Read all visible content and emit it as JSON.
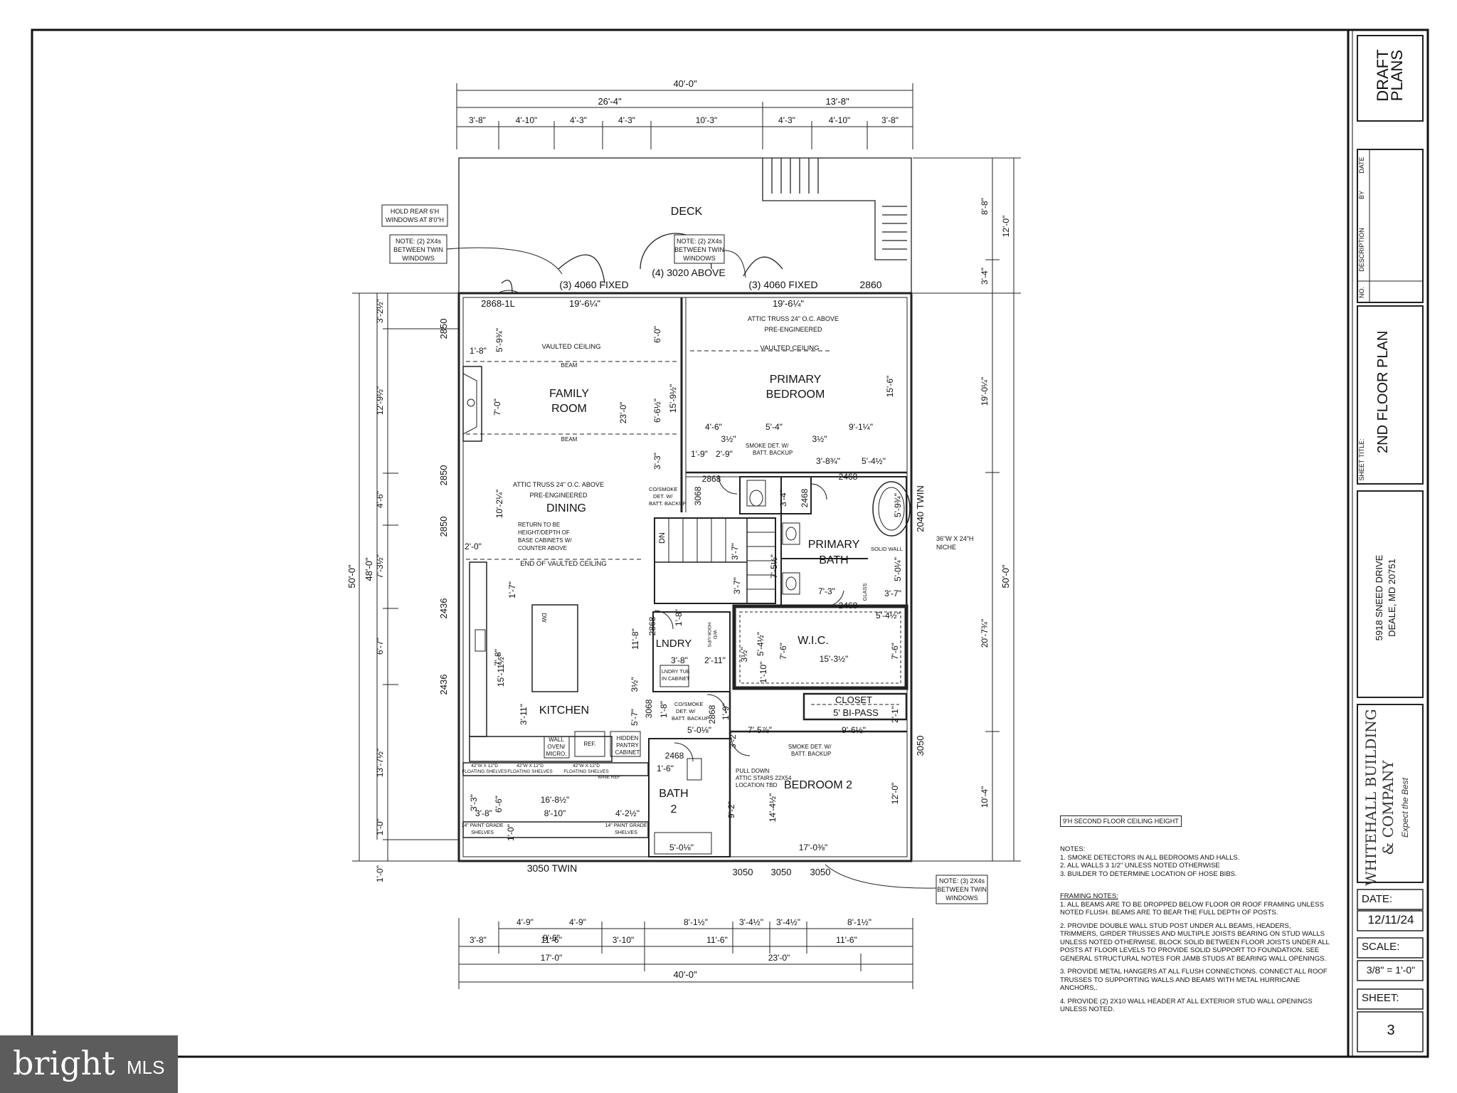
{
  "plan": {
    "dims_top": {
      "overall": "40'-0\"",
      "left_group": "26'-4\"",
      "right_group": "13'-8\"",
      "segments": [
        "3'-8\"",
        "4'-10\"",
        "4'-3\"",
        "4'-3\"",
        "10'-3\"",
        "4'-3\"",
        "4'-10\"",
        "3'-8\""
      ]
    },
    "dims_bottom": {
      "row1": [
        "4'-9\"",
        "9'-6\"",
        "4'-9\"",
        "8'-1½\"",
        "3'-4½\"",
        "3'-4½\"",
        "8'-1½\""
      ],
      "row2": [
        "3'-8\"",
        "11'-6\"",
        "3'-10\"",
        "11'-6\"",
        "11'-6\""
      ],
      "row3": [
        "17'-0\"",
        "23'-0\""
      ],
      "overall": "40'-0\""
    },
    "dims_left": {
      "overall": "50'-0\"",
      "sub": "48'-0\"",
      "segments": [
        "3'-2½\"",
        "12'-9½\"",
        "4'-6\"",
        "7'-3½\"",
        "6'-7\"",
        "13'-7½\"",
        "1'-0\"",
        "1'-0\""
      ],
      "windows": [
        "2850",
        "2850",
        "2850",
        "2436",
        "2436"
      ]
    },
    "dims_right": {
      "overall": "50'-0\"",
      "segments": [
        "8'-8\"",
        "12'-0\"",
        "3'-4\"",
        "19'-0¼\"",
        "20'-7¾\"",
        "10'-4\""
      ],
      "windows": [
        "2040 TWIN",
        "3050"
      ]
    },
    "rooms": {
      "deck": "DECK",
      "family": [
        "FAMILY",
        "ROOM"
      ],
      "primary_bedroom": [
        "PRIMARY",
        "BEDROOM"
      ],
      "dining": "DINING",
      "primary_bath": [
        "PRIMARY",
        "BATH"
      ],
      "kitchen": "KITCHEN",
      "laundry": "LNDRY",
      "wic": "W.I.C.",
      "closet": "CLOSET",
      "bedroom2": "BEDROOM 2",
      "bath2": [
        "BATH",
        "2"
      ]
    },
    "notes_on_plan": {
      "hold_rear": [
        "HOLD REAR 6'H",
        "WINDOWS AT 8'0\"H"
      ],
      "twin_left": [
        "NOTE: (2) 2X4s",
        "BETWEEN TWIN",
        "WINDOWS"
      ],
      "twin_mid": [
        "NOTE: (2) 2X4s",
        "BETWEEN TWIN",
        "WINDOWS"
      ],
      "twin_bottom": [
        "NOTE: (3) 2X4s",
        "BETWEEN TWIN",
        "WINDOWS"
      ],
      "fixed_left": "(3) 4060 FIXED",
      "above": "(4) 3020 ABOVE",
      "fixed_right": "(3) 4060 FIXED",
      "door_2860": "2860",
      "door_2868_1l": "2868-1L",
      "width_left": "19'-6¼\"",
      "width_right": "19'-6¼\"",
      "attic_truss_top": [
        "ATTIC TRUSS 24\" O.C. ABOVE",
        "PRE-ENGINEERED"
      ],
      "vaulted_left": "VAULTED CEILING",
      "vaulted_right": "VAULTED CEILING",
      "beam_top": "BEAM",
      "beam_bottom": "BEAM",
      "attic_truss_dining": [
        "ATTIC TRUSS 24\" O.C. ABOVE",
        "PRE-ENGINEERED"
      ],
      "return": [
        "RETURN TO BE",
        "HEIGHT/DEPTH OF",
        "BASE CABINETS W/",
        "COUNTER ABOVE"
      ],
      "end_vaulted": "END OF VAULTED CEILING",
      "smoke1": [
        "SMOKE DET. W/",
        "BATT. BACKUP"
      ],
      "co_smoke1": [
        "CO/SMOKE",
        "DET. W/",
        "BATT. BACKUP"
      ],
      "co_smoke2": [
        "CO/SMOKE",
        "DET. W/",
        "BATT. BACKUP"
      ],
      "smoke2": [
        "SMOKE DET. W/",
        "BATT. BACKUP"
      ],
      "niche": [
        "36\"W X 24\"H",
        "NICHE"
      ],
      "solid_wall": "SOLID WALL",
      "glass": "GLASS",
      "bipass": "5' BI-PASS",
      "dn": "DN",
      "pull_down": [
        "PULL DOWN",
        "ATTIC STAIRS 22X54",
        "LOCATION TBD"
      ],
      "lndry_tub": [
        "LNDRY TUB",
        "IN CABINET"
      ],
      "wd": [
        "W/D",
        "HOOK-UPS"
      ],
      "wall_oven": [
        "WALL",
        "OVEN/",
        "MICRO."
      ],
      "ref": "REF.",
      "pantry": [
        "HIDDEN",
        "PANTRY",
        "CABINET"
      ],
      "shelf1": [
        "42\"W X 12\"D",
        "FLOATING SHELVES"
      ],
      "shelf2": [
        "42\"W X 12\"D",
        "FLOATING SHELVES"
      ],
      "shelf3": [
        "42\"W X 12\"D",
        "FLOATING SHELVES",
        "WINE REF"
      ],
      "paint_left": [
        "14\" PAINT GRADE",
        "SHELVES"
      ],
      "paint_right": [
        "14\" PAINT GRADE",
        "SHELVES"
      ],
      "dw": "DW",
      "twin_3050": "3050 TWIN",
      "windows_bottom": [
        "3050",
        "3050",
        "3050"
      ]
    },
    "inner_dims": [
      "5'-9¾\"",
      "1'-8\"",
      "7'-0\"",
      "6'-0\"",
      "6'-6½\"",
      "15'-9½\"",
      "23'-0\"",
      "15'-6\"",
      "4'-6\"",
      "5'-4\"",
      "9'-1¼\"",
      "3½\"",
      "3½\"",
      "1'-9\"",
      "2'-9\"",
      "3'-8¾\"",
      "5'-4½\"",
      "3'-3\"",
      "2868",
      "2468",
      "3068",
      "3'-4\"",
      "2468",
      "5'-9¾\"",
      "10'-2¼\"",
      "2'-0\"",
      "3'-7\"",
      "7'-5½\"",
      "3'-7\"",
      "7'-3\"",
      "5'-0¼\"",
      "3'-7\"",
      "2468",
      "5'-4½\"",
      "1'-7\"",
      "11'-8\"",
      "2868",
      "1'-8\"",
      "5'-4½\"",
      "7'-6\"",
      "15'-3½\"",
      "7'-6\"",
      "3'-8\"",
      "2'-11\"",
      "3½\"",
      "1'-10\"",
      "15'-11½\"",
      "7'-8\"",
      "3'-11\"",
      "3½\"",
      "5'-7\"",
      "1'-8\"",
      "2868",
      "1'-9\"",
      "3068",
      "5'-0⅛\"",
      "2'-1\"",
      "7'-5⅞\"",
      "9'-6½\"",
      "3'-2\"",
      "2468",
      "1'-6\"",
      "9'-2\"",
      "14'-4½\"",
      "12'-0\"",
      "16'-8½\"",
      "3'-3\"",
      "6'-6\"",
      "3'-8\"",
      "8'-10\"",
      "4'-2½\"",
      "1'-0\"",
      "5'-0⅛\"",
      "17'-0⅜\""
    ]
  },
  "general_notes": {
    "ceiling": "9'H SECOND FLOOR CEILING HEIGHT",
    "notes_title": "NOTES:",
    "notes": [
      "1. SMOKE DETECTORS IN ALL BEDROOMS AND HALLS.",
      "2. ALL WALLS 3 1/2\" UNLESS NOTED OTHERWISE",
      "3. BUILDER TO DETERMINE LOCATION OF HOSE BIBS."
    ],
    "framing_title": "FRAMING NOTES:",
    "framing": [
      "1. ALL BEAMS ARE TO BE DROPPED BELOW FLOOR OR ROOF FRAMING UNLESS NOTED FLUSH. BEAMS ARE TO BEAR THE FULL DEPTH OF POSTS.",
      "2. PROVIDE DOUBLE WALL STUD POST UNDER ALL BEAMS, HEADERS, TRIMMERS, GIRDER TRUSSES AND MULTIPLE JOISTS BEARING ON STUD WALLS UNLESS NOTED OTHERWISE. BLOCK SOLID BETWEEN FLOOR JOISTS UNDER ALL POSTS AT FLOOR LEVELS TO PROVIDE SOLID SUPPORT TO FOUNDATION. SEE GENERAL STRUCTURAL NOTES FOR JAMB STUDS AT BEARING WALL OPENINGS.",
      "3. PROVIDE METAL HANGERS AT ALL FLUSH CONNECTIONS. CONNECT ALL ROOF TRUSSES TO SUPPORTING WALLS AND BEAMS WITH METAL HURRICANE ANCHORS,.",
      "4. PROVIDE (2) 2X10 WALL HEADER AT ALL EXTERIOR STUD WALL OPENINGS UNLESS NOTED."
    ]
  },
  "title_block": {
    "draft": "DRAFT",
    "plans": "PLANS",
    "rev_headers": [
      "NO.",
      "DESCRIPTION",
      "BY",
      "DATE"
    ],
    "sheet_title_label": "SHEET TITLE:",
    "sheet_title": "2ND FLOOR PLAN",
    "address1": "5918 SNEED DRIVE",
    "address2": "DEALE, MD 20751",
    "company1": "WHITEHALL BUILDING",
    "company2": "& COMPANY",
    "tagline": "Expect the Best",
    "date_label": "DATE:",
    "date_value": "12/11/24",
    "scale_label": "SCALE:",
    "scale_value": "3/8\" = 1'-0\"",
    "sheet_label": "SHEET:",
    "sheet_value": "3"
  },
  "watermark": {
    "brand": "bright",
    "suffix": "MLS"
  }
}
